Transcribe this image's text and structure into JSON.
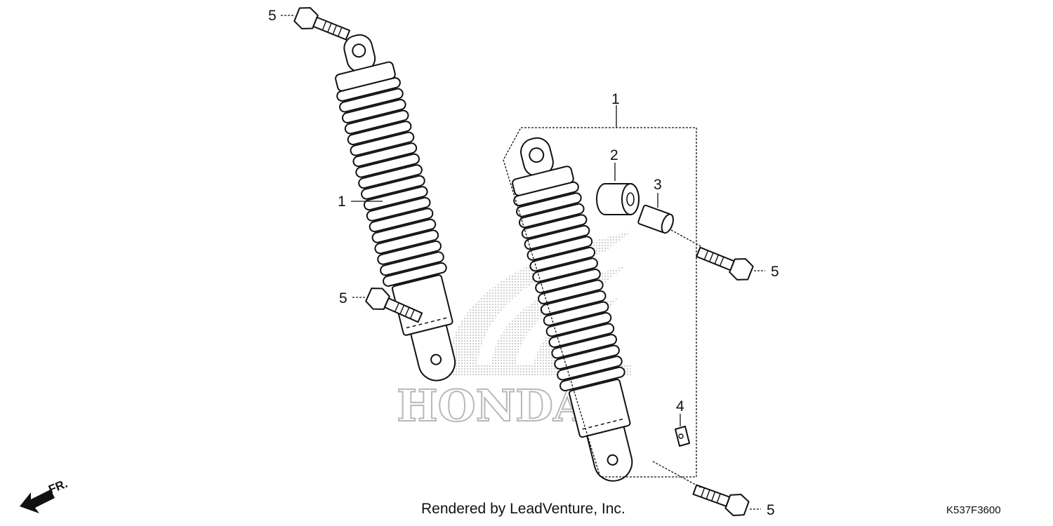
{
  "callouts": {
    "bolt_top_left": "5",
    "shock_left": "1",
    "bolt_mid_left": "5",
    "assembly_right": "1",
    "bushing": "2",
    "collar": "3",
    "bolt_right_upper": "5",
    "clip": "4",
    "bolt_right_lower": "5"
  },
  "watermark": "HONDA",
  "front_indicator": "FR.",
  "credit": "Rendered by LeadVenture, Inc.",
  "drawing_number": "K537F3600",
  "colors": {
    "line": "#111111",
    "watermark": "#b8b8b8",
    "background": "#ffffff"
  }
}
